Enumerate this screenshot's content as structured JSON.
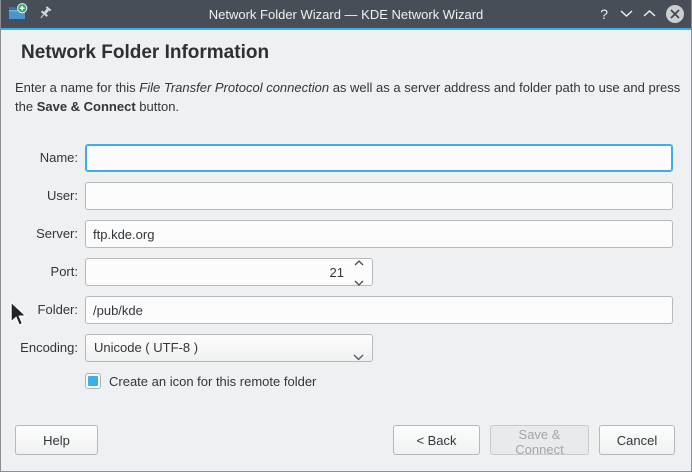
{
  "titlebar": {
    "title": "Network Folder Wizard — KDE Network Wizard",
    "help_glyph": "?"
  },
  "header": {
    "heading": "Network Folder Information",
    "description": {
      "lead": "Enter a name for this ",
      "protocol": "File Transfer Protocol connection",
      "middle": " as well as a server address and folder path to use and press the ",
      "action": "Save & Connect",
      "tail": " button."
    }
  },
  "form": {
    "name": {
      "label": "Name:",
      "value": ""
    },
    "user": {
      "label": "User:",
      "value": ""
    },
    "server": {
      "label": "Server:",
      "value": "ftp.kde.org"
    },
    "port": {
      "label": "Port:",
      "value": "21"
    },
    "folder": {
      "label": "Folder:",
      "value": "/pub/kde"
    },
    "encoding": {
      "label": "Encoding:",
      "value": "Unicode ( UTF-8 )"
    },
    "create_icon": {
      "label": "Create an icon for this remote folder",
      "checked": true
    }
  },
  "buttons": {
    "help": "Help",
    "back": "< Back",
    "save": "Save & Connect",
    "cancel": "Cancel"
  },
  "colors": {
    "accent": "#3daee9",
    "titlebar_bg": "#474e57",
    "window_bg": "#eff0f1",
    "text": "#31363b",
    "checkbox_fill": "#3daee9"
  }
}
